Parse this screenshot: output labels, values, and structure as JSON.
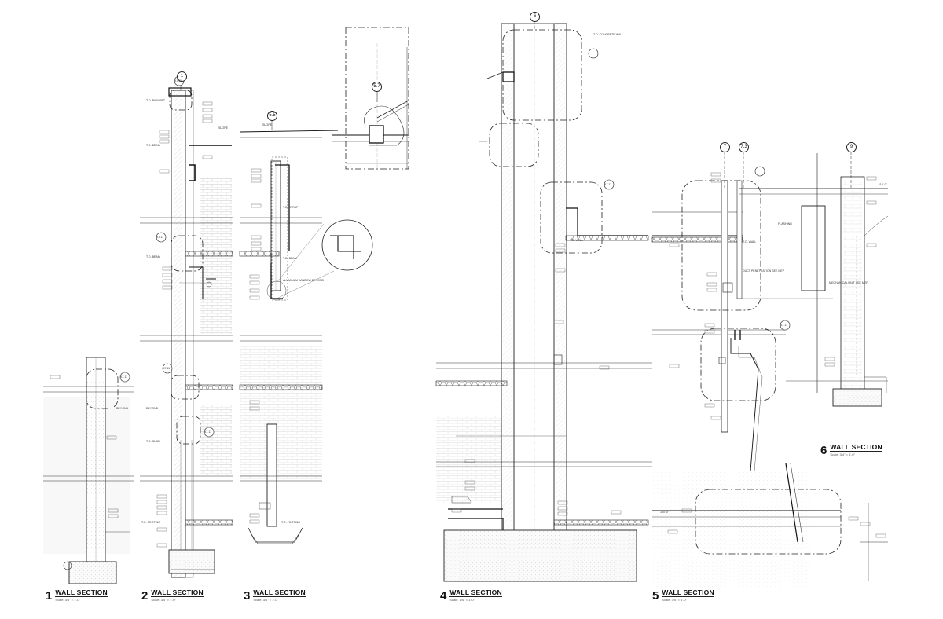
{
  "sections": [
    {
      "number": "1",
      "name": "WALL SECTION",
      "scale": "Scale: 3/4\" = 1'-0\""
    },
    {
      "number": "2",
      "name": "WALL SECTION",
      "scale": "Scale: 3/4\" = 1'-0\""
    },
    {
      "number": "3",
      "name": "WALL SECTION",
      "scale": "Scale: 3/4\" = 1'-0\""
    },
    {
      "number": "4",
      "name": "WALL SECTION",
      "scale": "Scale: 3/4\" = 1'-0\""
    },
    {
      "number": "5",
      "name": "WALL SECTION",
      "scale": "Scale: 3/4\" = 1'-0\""
    },
    {
      "number": "6",
      "name": "WALL SECTION",
      "scale": "Scale: 3/4\" = 1'-0\""
    }
  ],
  "grid_bubbles": [
    "1",
    "5.5",
    "5.7",
    "6",
    "7",
    "7.3",
    "9"
  ],
  "callout_bubbles": [
    "A7.11",
    "A7.11",
    "A7.11",
    "A7.11",
    "A7.11",
    "A7.11",
    "A7.11"
  ],
  "annotations": {
    "slope": "SLOPE",
    "tpar": "T.O. PARAPET",
    "tbeam": "T.O. BEAM",
    "tstrap": "T.O. STRAP",
    "tslab": "T.O. SLAB",
    "tfooting": "T.O. FOOTING",
    "tconc": "T.O. CONCRETE WALL",
    "twall": "T.O. WALL",
    "beyond": "BEYOND",
    "aluminum": "ALUMINUM WINDOW BEYOND",
    "mech": "MECHANICAL UNIT SEE MEP",
    "duct": "DUCT PENETRATION SEE MEP",
    "flash": "FLASHING",
    "elev1": "100'-0\"",
    "elev2": "116'-0\""
  }
}
